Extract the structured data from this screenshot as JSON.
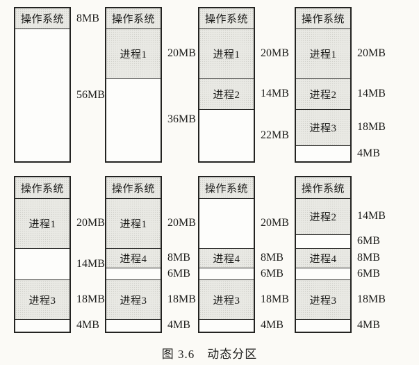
{
  "caption": "图 3.6　动态分区",
  "colors": {
    "background": "#fbfaf6",
    "box_border": "#232321",
    "shaded_fill": "#e9e9e4",
    "shaded_dot": "#d1d1cb",
    "text": "#1c1c1a"
  },
  "diagrams": [
    {
      "row": 0,
      "col": 0,
      "sections": [
        {
          "kind": "os",
          "label": "操作系统",
          "size": "8MB",
          "shaded": true,
          "h": 29
        },
        {
          "kind": "free",
          "label": "",
          "size": "56MB",
          "shaded": false,
          "h": 191
        }
      ]
    },
    {
      "row": 0,
      "col": 1,
      "sections": [
        {
          "kind": "os",
          "label": "操作系统",
          "size": "",
          "shaded": true,
          "h": 29
        },
        {
          "kind": "process",
          "label": "进程1",
          "size": "20MB",
          "shaded": true,
          "h": 71
        },
        {
          "kind": "free",
          "label": "",
          "size": "36MB",
          "shaded": false,
          "h": 120
        }
      ]
    },
    {
      "row": 0,
      "col": 2,
      "sections": [
        {
          "kind": "os",
          "label": "操作系统",
          "size": "",
          "shaded": true,
          "h": 29
        },
        {
          "kind": "process",
          "label": "进程1",
          "size": "20MB",
          "shaded": true,
          "h": 71
        },
        {
          "kind": "process",
          "label": "进程2",
          "size": "14MB",
          "shaded": true,
          "h": 45
        },
        {
          "kind": "free",
          "label": "",
          "size": "22MB",
          "shaded": false,
          "h": 75
        }
      ]
    },
    {
      "row": 0,
      "col": 3,
      "sections": [
        {
          "kind": "os",
          "label": "操作系统",
          "size": "",
          "shaded": true,
          "h": 29
        },
        {
          "kind": "process",
          "label": "进程1",
          "size": "20MB",
          "shaded": true,
          "h": 71
        },
        {
          "kind": "process",
          "label": "进程2",
          "size": "14MB",
          "shaded": true,
          "h": 45
        },
        {
          "kind": "process",
          "label": "进程3",
          "size": "18MB",
          "shaded": true,
          "h": 52
        },
        {
          "kind": "free",
          "label": "",
          "size": "4MB",
          "shaded": false,
          "h": 23
        }
      ]
    },
    {
      "row": 1,
      "col": 0,
      "sections": [
        {
          "kind": "os",
          "label": "操作系统",
          "size": "",
          "shaded": true,
          "h": 30
        },
        {
          "kind": "process",
          "label": "进程1",
          "size": "20MB",
          "shaded": true,
          "h": 72
        },
        {
          "kind": "free",
          "label": "",
          "size": "14MB",
          "shaded": false,
          "h": 45
        },
        {
          "kind": "process",
          "label": "进程3",
          "size": "18MB",
          "shaded": true,
          "h": 57
        },
        {
          "kind": "free",
          "label": "",
          "size": "4MB",
          "shaded": false,
          "h": 18
        }
      ]
    },
    {
      "row": 1,
      "col": 1,
      "sections": [
        {
          "kind": "os",
          "label": "操作系统",
          "size": "",
          "shaded": true,
          "h": 30
        },
        {
          "kind": "process",
          "label": "进程1",
          "size": "20MB",
          "shaded": true,
          "h": 72
        },
        {
          "kind": "process",
          "label": "进程4",
          "size": "8MB",
          "shaded": true,
          "h": 28
        },
        {
          "kind": "free",
          "label": "",
          "size": "6MB",
          "shaded": false,
          "h": 17
        },
        {
          "kind": "process",
          "label": "进程3",
          "size": "18MB",
          "shaded": true,
          "h": 57
        },
        {
          "kind": "free",
          "label": "",
          "size": "4MB",
          "shaded": false,
          "h": 18
        }
      ]
    },
    {
      "row": 1,
      "col": 2,
      "sections": [
        {
          "kind": "os",
          "label": "操作系统",
          "size": "",
          "shaded": true,
          "h": 30
        },
        {
          "kind": "free",
          "label": "",
          "size": "20MB",
          "shaded": false,
          "h": 72
        },
        {
          "kind": "process",
          "label": "进程4",
          "size": "8MB",
          "shaded": true,
          "h": 28
        },
        {
          "kind": "free",
          "label": "",
          "size": "6MB",
          "shaded": false,
          "h": 17
        },
        {
          "kind": "process",
          "label": "进程3",
          "size": "18MB",
          "shaded": true,
          "h": 57
        },
        {
          "kind": "free",
          "label": "",
          "size": "4MB",
          "shaded": false,
          "h": 18
        }
      ]
    },
    {
      "row": 1,
      "col": 3,
      "sections": [
        {
          "kind": "os",
          "label": "操作系统",
          "size": "",
          "shaded": true,
          "h": 30
        },
        {
          "kind": "process",
          "label": "进程2",
          "size": "14MB",
          "shaded": true,
          "h": 52
        },
        {
          "kind": "free",
          "label": "",
          "size": "6MB",
          "shaded": false,
          "h": 20
        },
        {
          "kind": "process",
          "label": "进程4",
          "size": "8MB",
          "shaded": true,
          "h": 28
        },
        {
          "kind": "free",
          "label": "",
          "size": "6MB",
          "shaded": false,
          "h": 17
        },
        {
          "kind": "process",
          "label": "进程3",
          "size": "18MB",
          "shaded": true,
          "h": 57
        },
        {
          "kind": "free",
          "label": "",
          "size": "4MB",
          "shaded": false,
          "h": 18
        }
      ]
    }
  ]
}
